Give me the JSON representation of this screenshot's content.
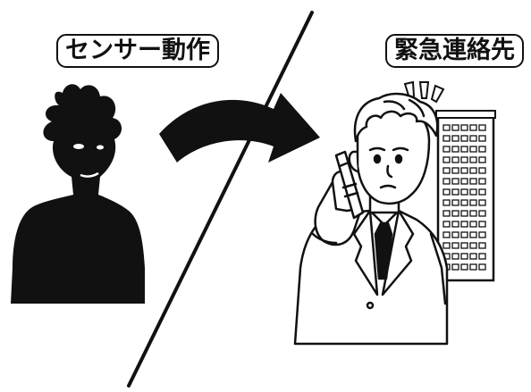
{
  "labels": {
    "sensor_action": "センサー動作",
    "emergency_contact": "緊急連絡先"
  },
  "colors": {
    "ink": "#111111",
    "paper": "#ffffff"
  },
  "icons": [
    "silhouette-person",
    "curved-arrow",
    "divider-line",
    "office-building",
    "businessman-on-phone",
    "surprise-lines"
  ]
}
